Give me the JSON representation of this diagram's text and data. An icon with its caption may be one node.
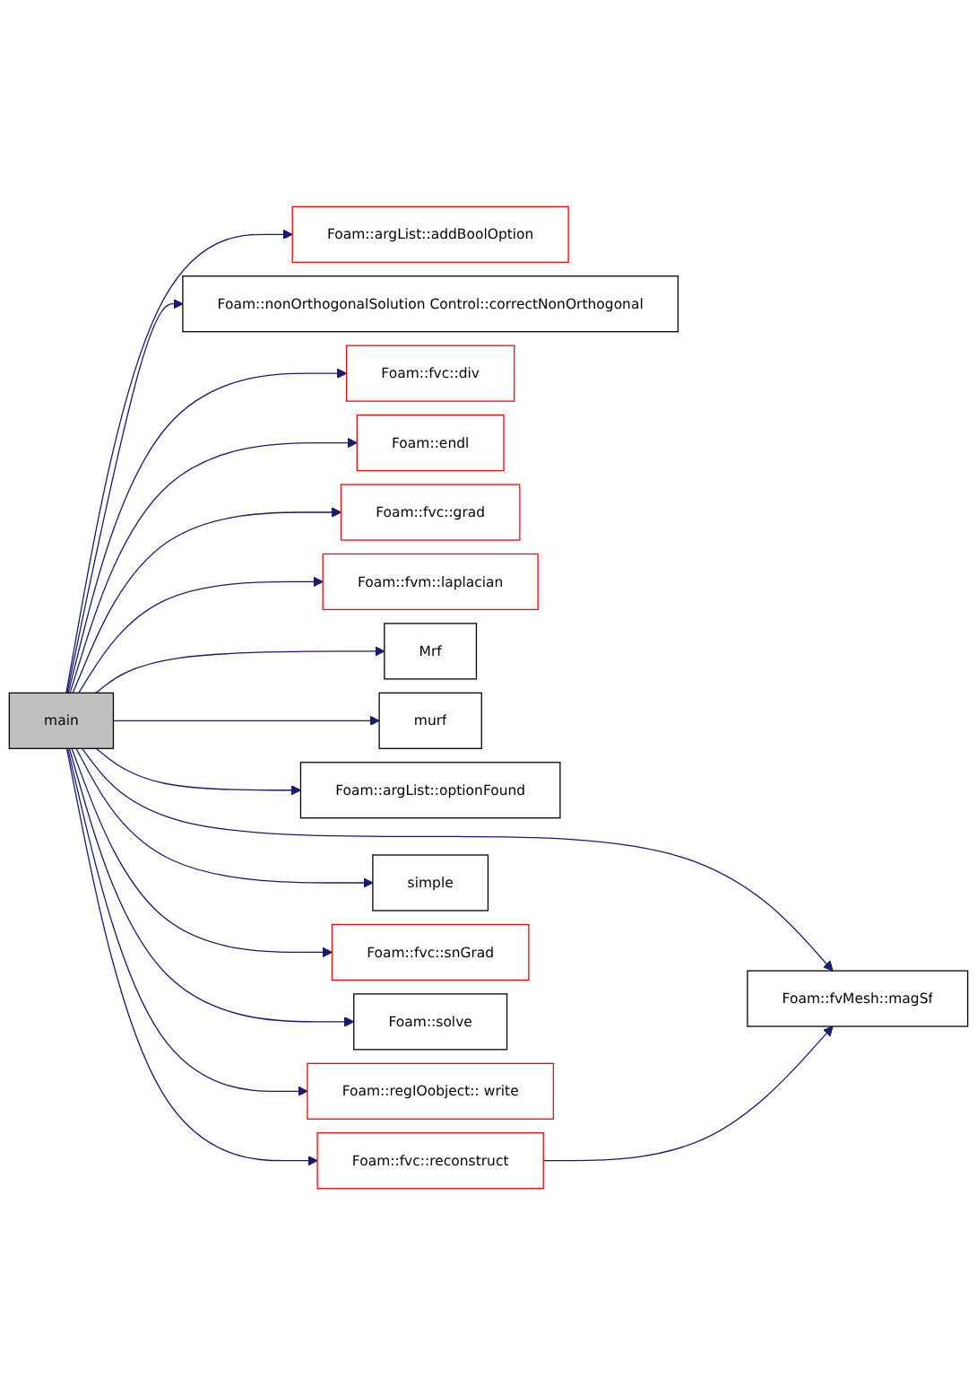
{
  "diagram": {
    "nodes": [
      {
        "text": [
          "main"
        ]
      },
      {
        "text": [
          "Foam::argList::addBoolOption"
        ]
      },
      {
        "text": [
          "Foam::nonOrthogonalSolution Control::correctNonOrthogonal"
        ]
      },
      {
        "text": [
          "Foam::fvc::div"
        ]
      },
      {
        "text": [
          "Foam::endl"
        ]
      },
      {
        "text": [
          "Foam::fvc::grad"
        ]
      },
      {
        "text": [
          "Foam::fvm::laplacian"
        ]
      },
      {
        "text": [
          "Mrf"
        ]
      },
      {
        "text": [
          "Foam::fvMesh::magSf"
        ]
      },
      {
        "text": [
          "murf"
        ]
      },
      {
        "text": [
          "Foam::argList::optionFound"
        ]
      },
      {
        "text": [
          "Foam::fvc::reconstruct"
        ]
      },
      {
        "text": [
          "simple"
        ]
      },
      {
        "text": [
          "Foam::fvc::snGrad"
        ]
      },
      {
        "text": [
          "Foam::solve"
        ]
      },
      {
        "text": [
          "Foam::regIOobject:: write"
        ]
      }
    ],
    "edges": [
      {
        "from": 0,
        "to": 1,
        "arrow": "to"
      },
      {
        "from": 0,
        "to": 2,
        "arrow": "to"
      },
      {
        "from": 0,
        "to": 3,
        "arrow": "to"
      },
      {
        "from": 0,
        "to": 4,
        "arrow": "to"
      },
      {
        "from": 0,
        "to": 5,
        "arrow": "to"
      },
      {
        "from": 0,
        "to": 6,
        "arrow": "to"
      },
      {
        "from": 0,
        "to": 8,
        "arrow": "to"
      },
      {
        "from": 0,
        "to": 7,
        "arrow": "to"
      },
      {
        "from": 0,
        "to": 9,
        "arrow": "to"
      },
      {
        "from": 0,
        "to": 10,
        "arrow": "to"
      },
      {
        "from": 0,
        "to": 11,
        "arrow": "to"
      },
      {
        "from": 0,
        "to": 12,
        "arrow": "to"
      },
      {
        "from": 0,
        "to": 13,
        "arrow": "to"
      },
      {
        "from": 0,
        "to": 14,
        "arrow": "to"
      },
      {
        "from": 0,
        "to": 15,
        "arrow": "to"
      },
      {
        "from": 11,
        "to": 8,
        "arrow": "to"
      }
    ]
  }
}
